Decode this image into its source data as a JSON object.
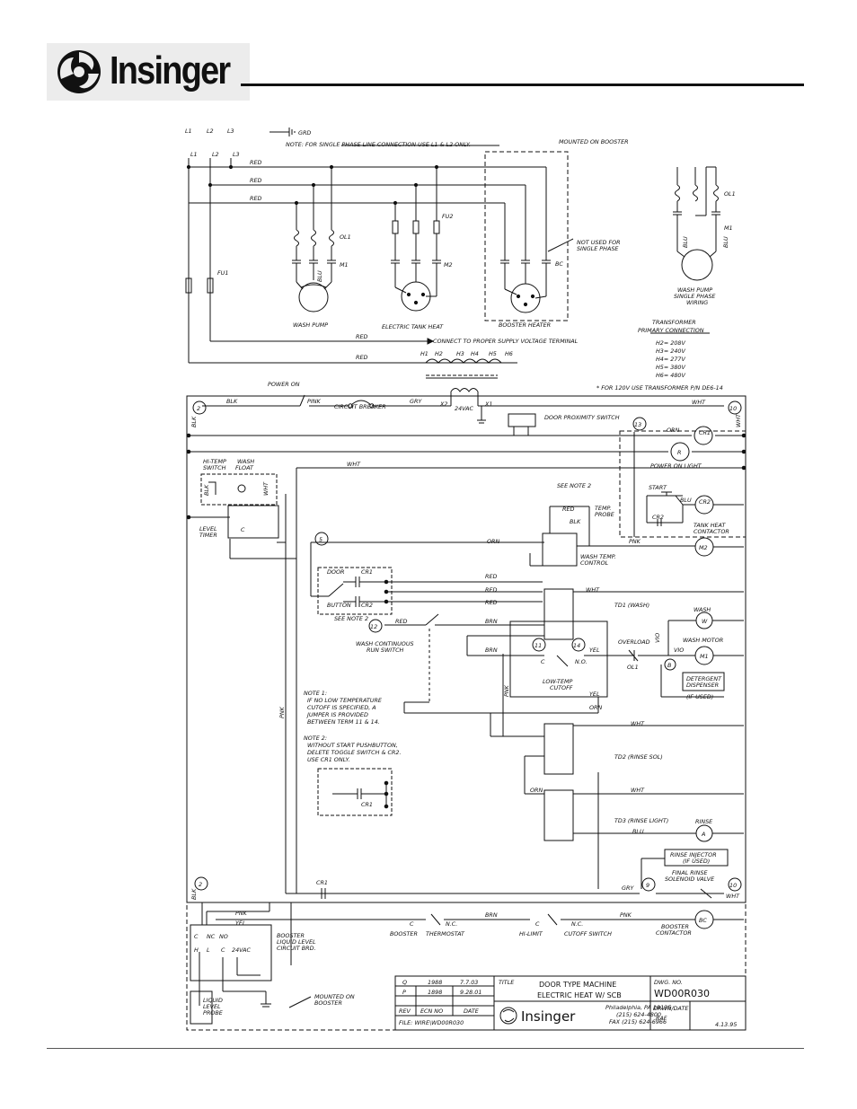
{
  "header": {
    "brand": "Insinger"
  },
  "top": {
    "lines": [
      "L1",
      "L2",
      "L3"
    ],
    "gnd": "GRD",
    "note": "NOTE: FOR SINGLE PHASE LINE CONNECTION USE L1 & L2 ONLY.",
    "mounted_on_booster": "MOUNTED ON BOOSTER",
    "wire_red": "RED",
    "fu1": "FU1",
    "fu2": "FU2",
    "ol1": "OL1",
    "m1": "M1",
    "m2": "M2",
    "bc": "BC",
    "blu": "BLU",
    "wash_pump": "WASH PUMP",
    "electric_tank_heat": "ELECTRIC TANK HEAT",
    "booster_heater": "BOOSTER HEATER",
    "not_used": [
      "NOT USED FOR",
      "SINGLE PHASE"
    ],
    "connect_supply": "CONNECT TO PROPER SUPPLY VOLTAGE TERMINAL",
    "transformer_taps": [
      "H1",
      "H2",
      "H3",
      "H4",
      "H5",
      "H6"
    ],
    "single_phase_wiring": [
      "WASH PUMP",
      "SINGLE PHASE",
      "WIRING"
    ],
    "transformer_title": [
      "TRANSFORMER",
      "PRIMARY CONNECTION"
    ],
    "voltages": [
      "H2= 208V",
      "H3= 240V",
      "H4= 277V",
      "H5= 380V",
      "H6= 480V"
    ],
    "note_120v": "* FOR 120V USE TRANSFORMER P/N DE6-14"
  },
  "control": {
    "power_on": "POWER ON",
    "blk": "BLK",
    "pink": "PINK",
    "gry": "GRY",
    "wht": "WHT",
    "orn": "ORN",
    "red": "RED",
    "brn": "BRN",
    "yel": "YEL",
    "vio": "VIO",
    "pnk": "PNK",
    "blu": "BLU",
    "circuit_breaker": "CIRCUIT BREAKER",
    "x2": "X2",
    "x1": "X1",
    "v24": "24VAC",
    "door_proximity": "DOOR PROXIMITY SWITCH",
    "node_2": "2",
    "node_10": "10",
    "node_13": "13",
    "node_5": "5",
    "node_12": "12",
    "node_11": "11",
    "node_14": "14",
    "node_9": "9",
    "cr1": "CR1",
    "cr2": "CR2",
    "r": "R",
    "m2": "M2",
    "power_on_light": "POWER ON LIGHT",
    "hi_temp": [
      "HI-TEMP",
      "SWITCH"
    ],
    "wash_float": [
      "WASH",
      "FLOAT"
    ],
    "see_note_2": "SEE NOTE 2",
    "start": "START",
    "tank_heat_contactor": [
      "TANK HEAT",
      "CONTACTOR"
    ],
    "level_timer": [
      "LEVEL",
      "TIMER"
    ],
    "temp_probe": [
      "TEMP.",
      "PROBE"
    ],
    "wash_temp_control": [
      "WASH TEMP.",
      "CONTROL"
    ],
    "door": "DOOR",
    "button": "BUTTON",
    "td1": "TD1 (WASH)",
    "td2": "TD2 (RINSE SOL)",
    "td3": "TD3 (RINSE LIGHT)",
    "wash": "WASH",
    "w": "W",
    "wash_motor": "WASH MOTOR",
    "m1": "M1",
    "b": "B",
    "ol1": "OL1",
    "overload": "OVERLOAD",
    "detergent": [
      "DETERGENT",
      "DISPENSER"
    ],
    "if_used": "(IF USED)",
    "wash_continuous": [
      "WASH CONTINUOUS",
      "RUN SWITCH"
    ],
    "c": "C",
    "no": "N.O.",
    "nc": "N.C.",
    "low_temp": [
      "LOW-TEMP",
      "CUTOFF"
    ],
    "note1": [
      "NOTE 1:",
      "IF NO LOW TEMPERATURE",
      "CUTOFF IS SPECIFIED, A",
      "JUMPER IS PROVIDED",
      "BETWEEN TERM 11 & 14."
    ],
    "note2": [
      "NOTE 2:",
      "WITHOUT START PUSHBUTTON,",
      "DELETE TOGGLE SWITCH & CR2.",
      "USE CR1 ONLY."
    ],
    "rinse": "RINSE",
    "a": "A",
    "rinse_injector": [
      "RINSE INJECTOR",
      "(IF USED)"
    ],
    "final_rinse": [
      "FINAL RINSE",
      "SOLENOID VALVE"
    ],
    "booster_board": [
      "BOOSTER",
      "LIQUID LEVEL",
      "CIRCUIT BRD."
    ],
    "board_terms": [
      "C",
      "NC",
      "NO",
      "H",
      "L",
      "C",
      "24VAC"
    ],
    "booster_thermostat": [
      "BOOSTER",
      "THERMOSTAT"
    ],
    "hi_limit": [
      "HI-LIMIT",
      "CUTOFF SWITCH"
    ],
    "booster_contactor": [
      "BOOSTER",
      "CONTACTOR"
    ],
    "bc": "BC",
    "liquid_probe": [
      "LIQUID",
      "LEVEL",
      "PROBE"
    ],
    "mounted_on_booster": [
      "MOUNTED ON",
      "BOOSTER"
    ]
  },
  "title_block": {
    "revisions": [
      {
        "rev": "Q",
        "ecn": "1988",
        "date": "7.7.03"
      },
      {
        "rev": "P",
        "ecn": "1898",
        "date": "9.28.01"
      }
    ],
    "hdr_rev": "REV",
    "hdr_ecn": "ECN NO",
    "hdr_date": "DATE",
    "file": "FILE: WIRE\\WD00R030",
    "title_label": "TITLE",
    "title_lines": [
      "DOOR TYPE MACHINE",
      "ELECTRIC HEAT W/ SCB"
    ],
    "dwg_label": "DWG. NO.",
    "dwg_no": "WD00R030",
    "company": "Insinger",
    "address": [
      "Philadelphia, PA 19135",
      "(215) 624-4800",
      "FAX (215) 624-6966"
    ],
    "drwn_label": "DRWN/DATE",
    "drwn_by": "RAF",
    "drwn_date": "4.13.95"
  },
  "colors": {
    "ink": "#111111",
    "logo_bg": "#ececec"
  }
}
